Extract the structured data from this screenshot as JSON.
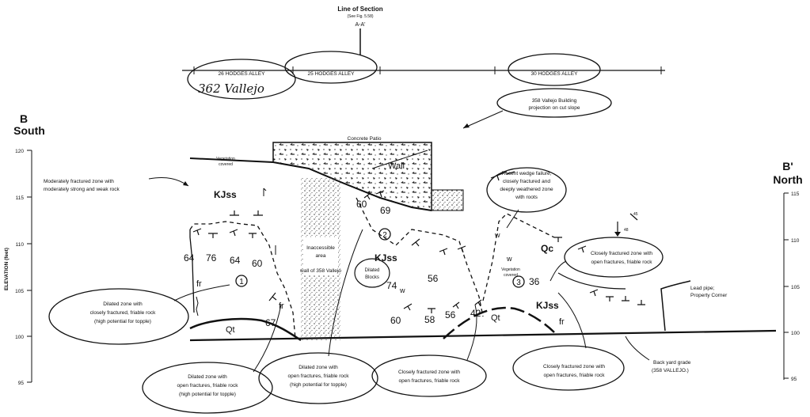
{
  "section": {
    "title": "Line of Section",
    "ref": "(See Fig. 5.58)",
    "label": "A-A'"
  },
  "addresses": {
    "left": "26 HODGES ALLEY",
    "middle": "25 HODGES ALLEY",
    "right": "30 HODGES ALLEY",
    "handwritten": "362 Vallejo"
  },
  "ends": {
    "left_letter": "B",
    "left_dir": "South",
    "right_letter": "B'",
    "right_dir": "North"
  },
  "axis_label": "ELEVATION (feet)",
  "left_ticks": [
    "120",
    "115",
    "110",
    "105",
    "100",
    "95"
  ],
  "right_ticks": [
    "115",
    "110",
    "105",
    "100",
    "95"
  ],
  "projection_note": [
    "358 Vallejo Building",
    "projection on cut slope"
  ],
  "structures": {
    "patio": "Concrete Patio",
    "wall": "Wall",
    "vegetation_1": "Vegetation",
    "vegetation_2": "covered",
    "vegetation_3": "Vegetation",
    "vegetation_4": "covered",
    "inaccessible": [
      "Inaccessible",
      "area",
      "wall of 358 Vallejo"
    ],
    "blocks": [
      "Dilated",
      "Blocks"
    ]
  },
  "units": {
    "kjss_1": "KJss",
    "kjss_2": "KJss",
    "kjss_3": "KJss",
    "qc": "Qc",
    "qt_1": "Qt",
    "qt_2": "Qt"
  },
  "zones": {
    "z1": "1",
    "z2": "2",
    "z3": "3"
  },
  "dips": {
    "d64a": "64",
    "d76": "76",
    "d64b": "64",
    "d60a": "60",
    "d67": "67",
    "d60b": "60",
    "d69": "69",
    "d74": "74",
    "d56a": "56",
    "d60c": "60",
    "d58": "58",
    "d56b": "56",
    "d42": "42",
    "d36": "36",
    "d45": "45",
    "d48": "48"
  },
  "symbols": {
    "fr1": "fr",
    "fr2": "fr",
    "fr3": "fr",
    "w1": "w",
    "w2": "w",
    "w3": "w"
  },
  "callouts": {
    "c_moderate": [
      "Moderately fractured zone with",
      "moderately strong and weak rock"
    ],
    "c_recent": [
      "Recent wedge failure,",
      "closely fractured and",
      "deeply weathered zone",
      "with roots"
    ],
    "c_right": [
      "Closely fractured zone with",
      "open fractures, friable rock"
    ],
    "c_lead": [
      "Lead pipe;",
      "Property Corner"
    ],
    "c_dilated_left": [
      "Dilated zone with",
      "closely fractured, friable rock",
      "(high potential for topple)"
    ],
    "c_dilated_b1": [
      "Dilated zone with",
      "open fractures, friable rock",
      "(high potential for topple)"
    ],
    "c_dilated_b2": [
      "Dilated zone with",
      "open fractures, friable rock",
      "(high potential for topple)"
    ],
    "c_closely_b3": [
      "Closely fractured zone with",
      "open fractures, friable rock"
    ],
    "c_closely_b4": [
      "Closely fractured zone with",
      "open fractures, friable rock"
    ],
    "c_backyard": [
      "Back yard grade",
      "(358 VALLEJO.)"
    ]
  }
}
